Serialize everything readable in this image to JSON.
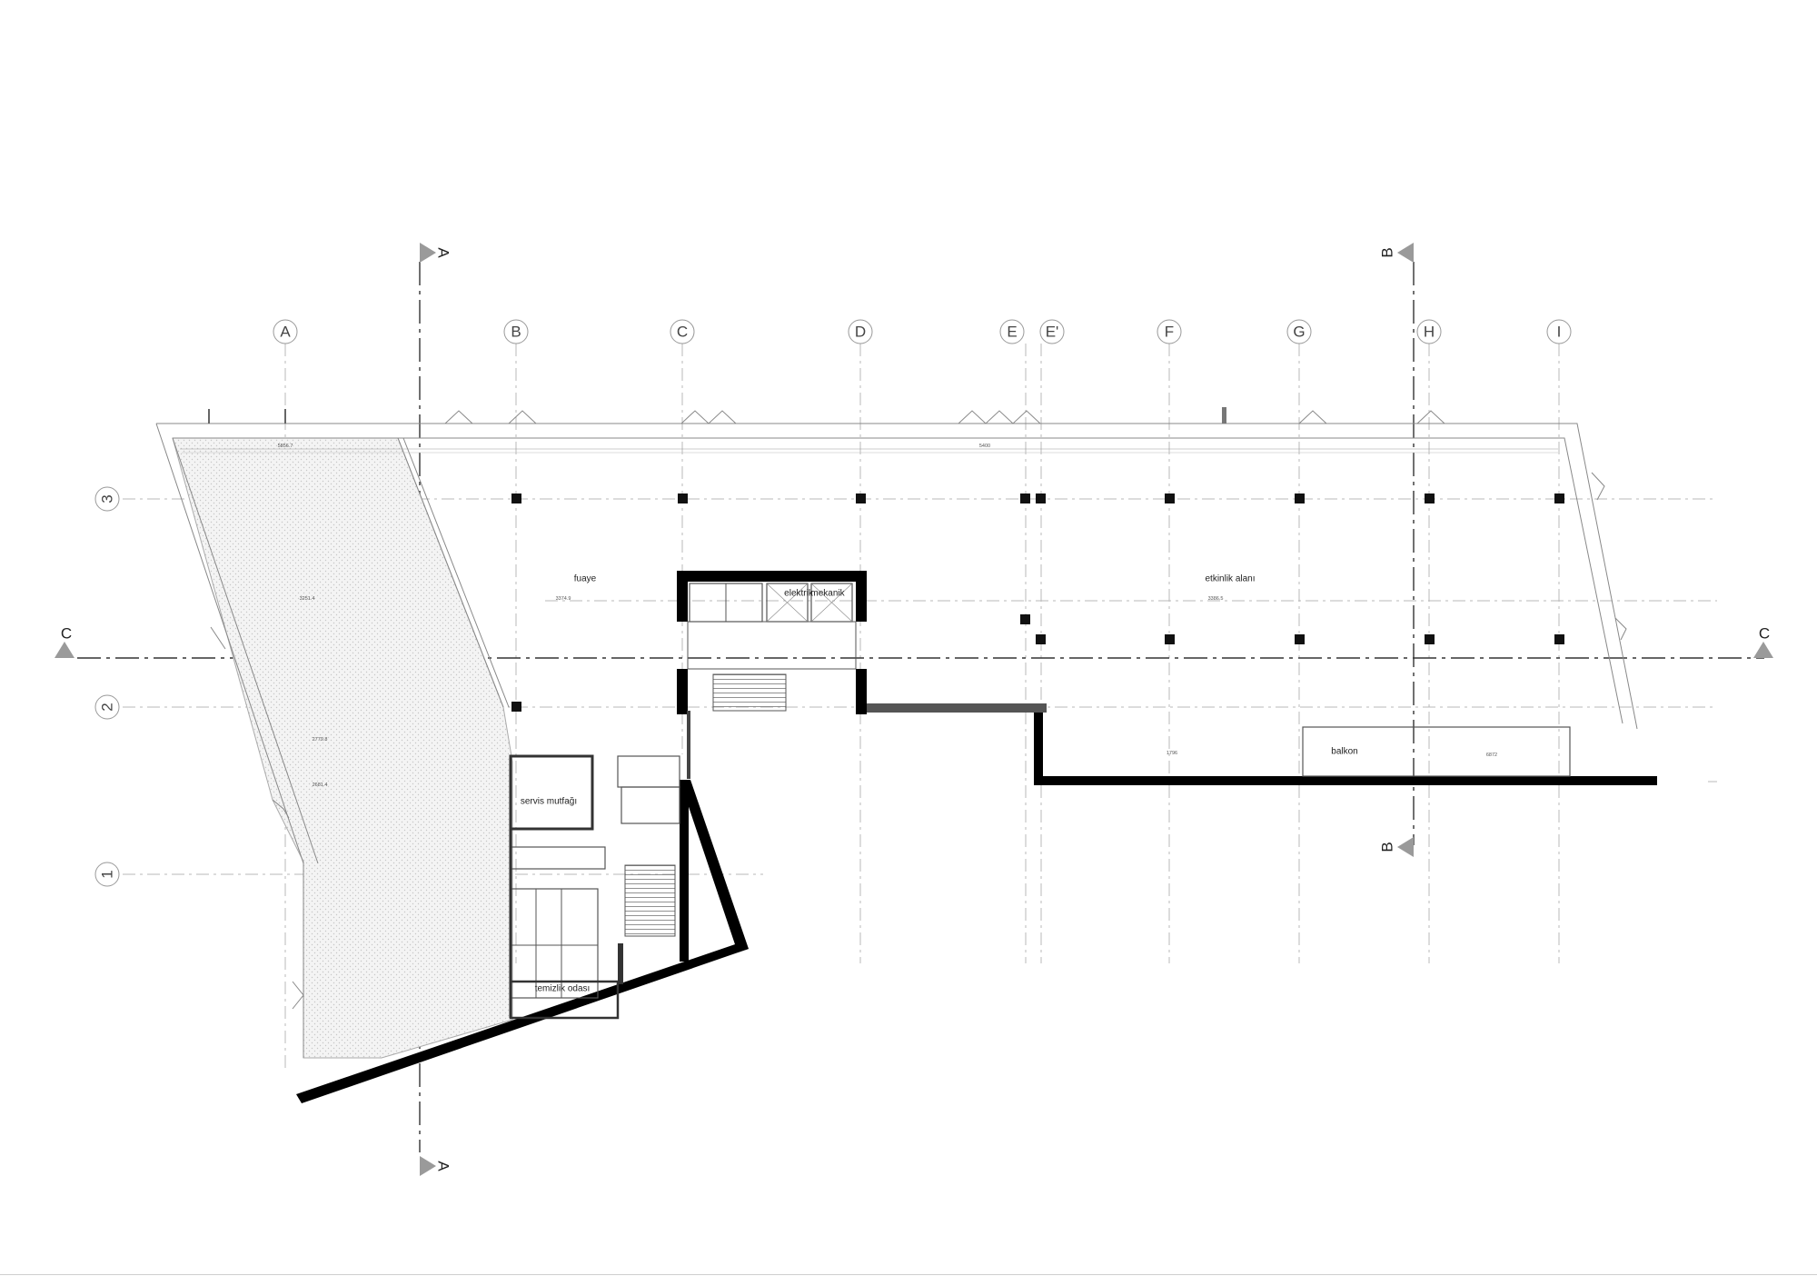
{
  "grid": {
    "columns": [
      "A",
      "B",
      "C",
      "D",
      "E",
      "E'",
      "F",
      "G",
      "H",
      "I"
    ],
    "rows": [
      "3",
      "2",
      "1"
    ]
  },
  "sections": {
    "a": "A",
    "b": "B",
    "c": "C"
  },
  "rooms": {
    "fuaye": "fuaye",
    "etkinlik": "etkinlik alanı",
    "elektrik": "elektrik",
    "mekanik": "mekanik",
    "servis": "servis mutfağı",
    "temizlik": "temizlik odası",
    "balkon": "balkon"
  },
  "dimensions": {
    "top_left": "5856.7",
    "top_right": "5400",
    "left_hall": "3251.4",
    "foyer": "3374.9",
    "event": "3386.5",
    "ramp": "2779.8",
    "lower": "2681.4",
    "balcony_a": "1796",
    "balcony_b": "6872"
  },
  "colors": {
    "wall": "#000000",
    "grid": "#b8b8b8",
    "marker": "#9a9a9a"
  }
}
